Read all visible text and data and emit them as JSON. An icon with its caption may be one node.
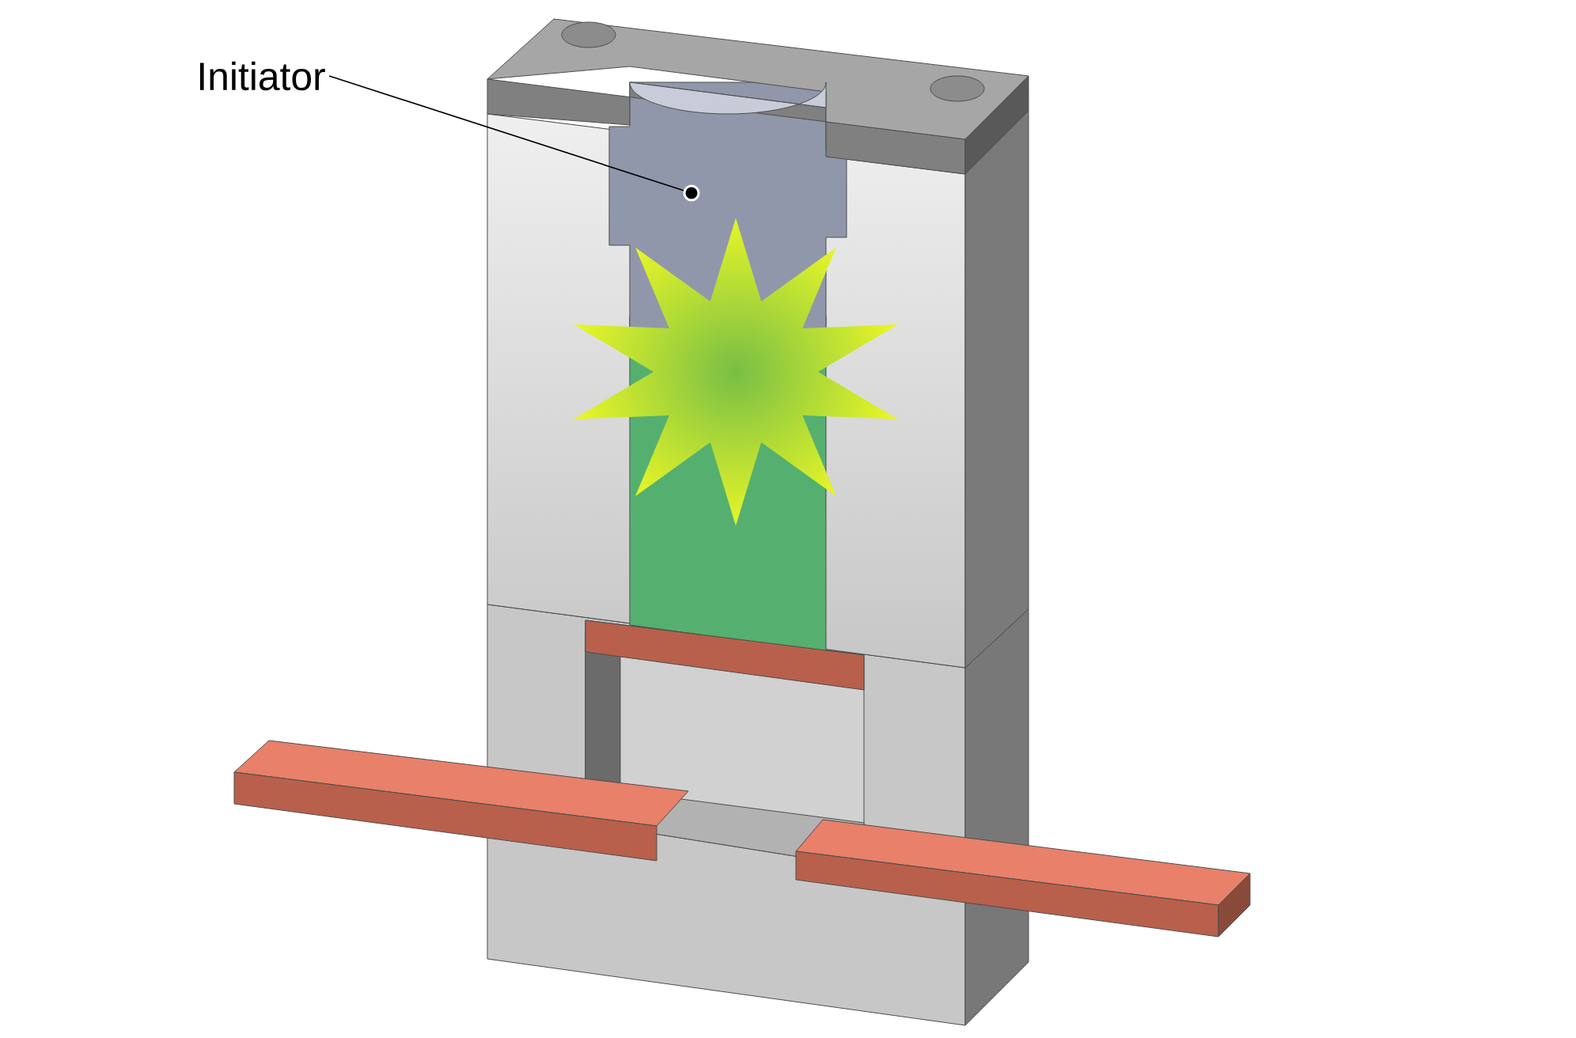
{
  "diagram": {
    "nodes": [
      {
        "text": [
          "Initiator"
        ]
      },
      {
        "text": [],
        "shape": "circle"
      }
    ],
    "edges": [
      {
        "from": 0,
        "to": 1,
        "arrow": "none"
      }
    ]
  }
}
